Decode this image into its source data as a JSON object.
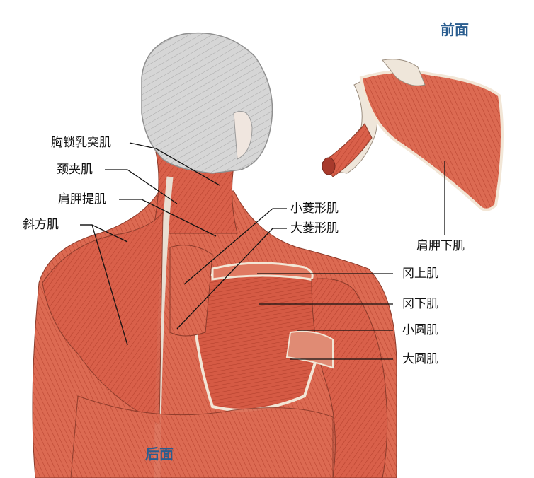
{
  "views": {
    "front": "前面",
    "back": "后面"
  },
  "labels": {
    "sternocleidomastoid": "胸锁乳突肌",
    "splenius": "颈夹肌",
    "levator_scapulae": "肩胛提肌",
    "trapezius": "斜方肌",
    "rhomboid_minor": "小菱形肌",
    "rhomboid_major": "大菱形肌",
    "subscapularis": "肩胛下肌",
    "supraspinatus": "冈上肌",
    "infraspinatus": "冈下肌",
    "teres_minor": "小圆肌",
    "teres_major": "大圆肌"
  },
  "colors": {
    "muscle": "#d9604a",
    "muscle_dark": "#b8432f",
    "muscle_light": "#ec9a84",
    "tendon": "#f2e6d6",
    "hair": "#cfcfcf",
    "skin_outline": "#9a9a9a",
    "view_title": "#2a5d8f",
    "leader": "#111111"
  }
}
